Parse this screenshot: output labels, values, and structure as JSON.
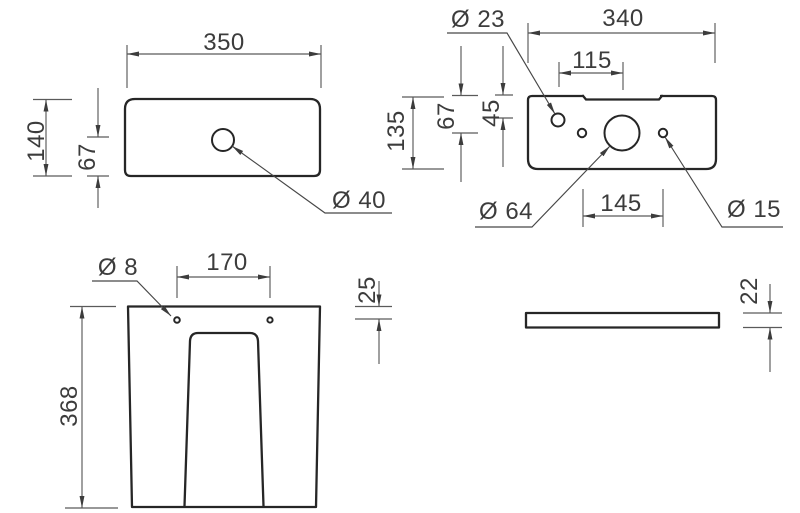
{
  "drawing": {
    "type": "technical-dimension-drawing",
    "units": "mm",
    "colors": {
      "outline": "#262626",
      "dimension_lines": "#5a5a5a",
      "text": "#3c3c3c",
      "background": "#ffffff"
    }
  },
  "views": {
    "lid_top": {
      "width": "350",
      "height": "140",
      "hole_center_to_bottom": "67",
      "hole_diameter": "Ø 40"
    },
    "cistern_top": {
      "width": "340",
      "hole_pitch_upper": "115",
      "depth": "135",
      "main_hole_center": "67",
      "corner_hole_center": "45",
      "hole_pitch_lower": "145",
      "corner_hole_diameter": "Ø 23",
      "main_hole_diameter": "Ø 64",
      "side_hole_diameter": "Ø 15"
    },
    "pedestal_back": {
      "height": "368",
      "bolt_hole_pitch": "170",
      "bolt_hole_diameter": "Ø 8",
      "bolt_hole_offset": "25"
    },
    "lid_side": {
      "thickness": "22"
    }
  }
}
